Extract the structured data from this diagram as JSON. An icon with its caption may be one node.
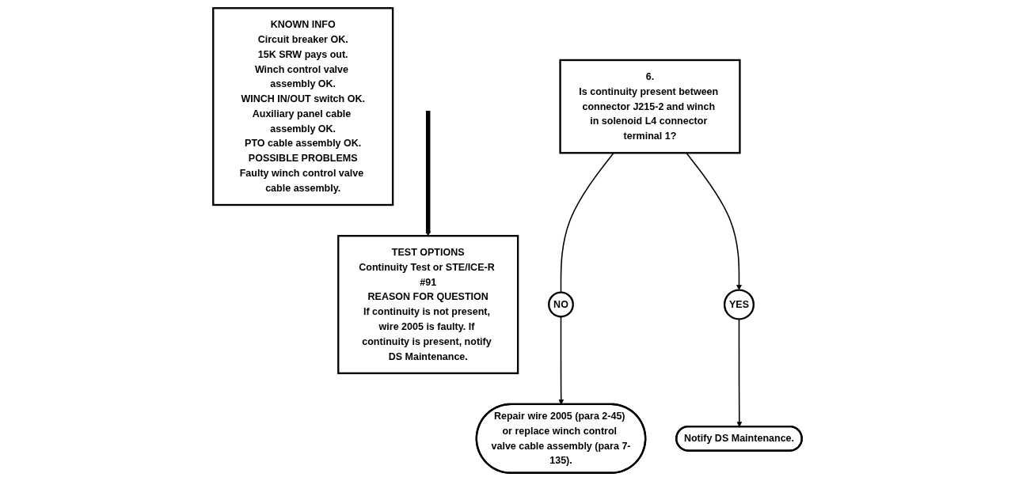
{
  "diagram": {
    "nodes": [
      {
        "text": [
          "KNOWN INFO",
          "Circuit breaker OK.",
          "15K SRW pays out.",
          "Winch control valve assembly OK.",
          "WINCH IN/OUT switch OK.",
          "Auxiliary panel cable assembly OK.",
          "PTO cable assembly OK.",
          "POSSIBLE PROBLEMS",
          "Faulty winch control valve cable assembly."
        ]
      },
      {
        "text": [
          "6.",
          "Is continuity present between connector J215-2 and winch in solenoid L4 connector terminal 1?"
        ]
      },
      {
        "text": [
          "TEST OPTIONS",
          "Continuity Test or STE/ICE-R #91",
          "REASON FOR QUESTION",
          "If continuity is not present, wire 2005 is faulty. If continuity is present, notify DS Maintenance."
        ]
      },
      {
        "text": [
          "NO"
        ]
      },
      {
        "text": [
          "YES"
        ]
      },
      {
        "text": [
          "Repair wire 2005 (para 2-45) or replace winch control valve cable assembly (para 7-135)."
        ]
      },
      {
        "text": [
          "Notify DS Maintenance."
        ]
      }
    ],
    "edges": [
      {
        "from": 1,
        "to": 3,
        "arrow": "none"
      },
      {
        "from": 3,
        "to": 5,
        "arrow": "to"
      },
      {
        "from": 1,
        "to": 4,
        "arrow": "to"
      },
      {
        "from": 4,
        "to": 6,
        "arrow": "to"
      },
      {
        "from": null,
        "to": 2,
        "arrow": "to",
        "style": "thick"
      }
    ]
  }
}
